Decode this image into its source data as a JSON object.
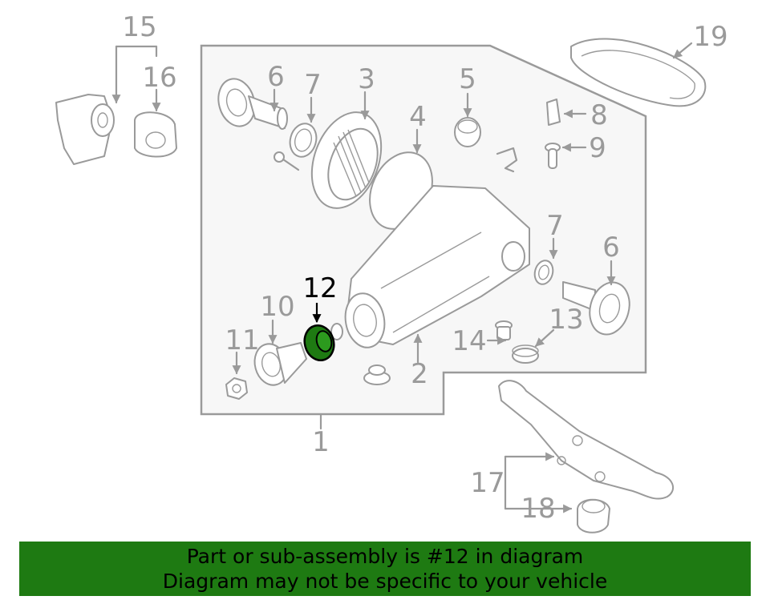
{
  "diagram": {
    "labels": {
      "p1": "1",
      "p2": "2",
      "p3": "3",
      "p4": "4",
      "p5": "5",
      "p6a": "6",
      "p6b": "6",
      "p7a": "7",
      "p7b": "7",
      "p8": "8",
      "p9": "9",
      "p10": "10",
      "p11": "11",
      "p12": "12",
      "p13": "13",
      "p14": "14",
      "p15": "15",
      "p16": "16",
      "p17": "17",
      "p18": "18",
      "p19": "19"
    },
    "highlighted_part": "12",
    "colors": {
      "highlight": "#1e7a12",
      "line": "#9a9a9a",
      "panel": "#f7f7f7"
    }
  },
  "banner": {
    "line1": "Part or sub-assembly is #12 in diagram",
    "line2": "Diagram may not be specific to your vehicle"
  }
}
